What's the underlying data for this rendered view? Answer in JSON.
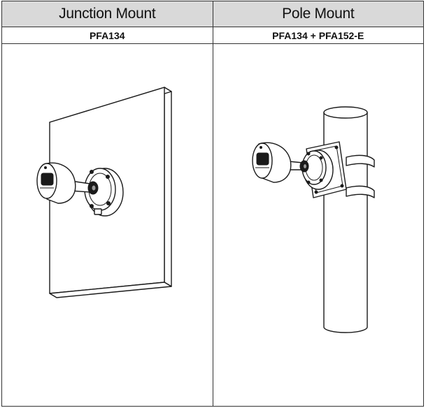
{
  "table": {
    "columns": [
      {
        "title": "Junction Mount",
        "model": "PFA134",
        "icon": "wall-junction-mount-illustration"
      },
      {
        "title": "Pole Mount",
        "model": "PFA134 + PFA152-E",
        "icon": "pole-mount-illustration"
      }
    ]
  }
}
